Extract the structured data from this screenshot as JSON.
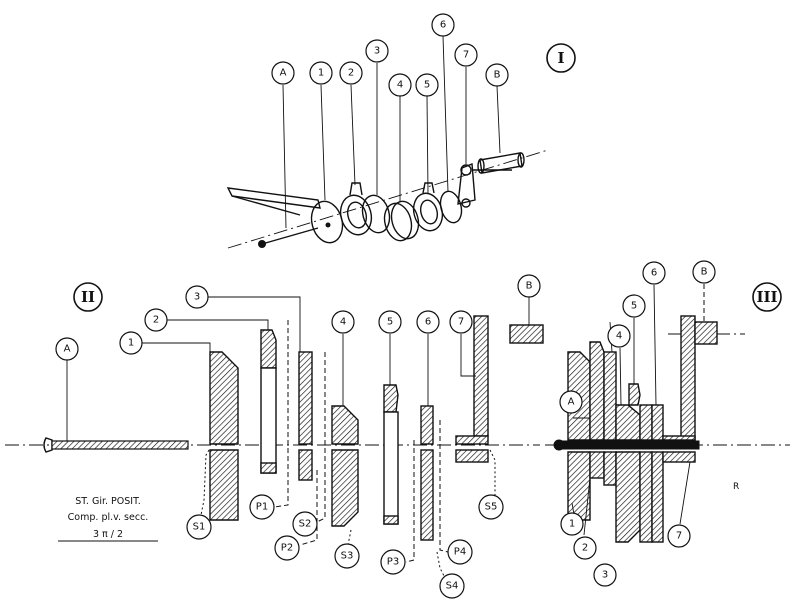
{
  "views": {
    "I": "I",
    "II": "II",
    "III": "III"
  },
  "labels": {
    "A": "A",
    "B": "B",
    "n1": "1",
    "n2": "2",
    "n3": "3",
    "n4": "4",
    "n5": "5",
    "n6": "6",
    "n7": "7",
    "S1": "S1",
    "S2": "S2",
    "S3": "S3",
    "S4": "S4",
    "S5": "S5",
    "P1": "P1",
    "P2": "P2",
    "P3": "P3",
    "P4": "P4"
  },
  "note": {
    "line1": "ST. Gir. POSIT.",
    "line2": "Comp. pl.v. secc.",
    "line3": "3 π / 2"
  },
  "mark": "R"
}
